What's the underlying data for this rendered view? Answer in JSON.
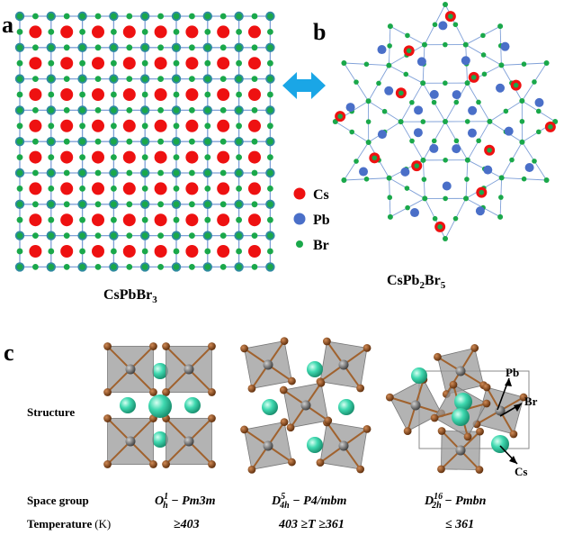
{
  "panels": {
    "a": {
      "letter": "a",
      "caption_main": "CsPbBr",
      "caption_sub": "3",
      "grid": {
        "pb_rows": 9,
        "pb_cols": 9
      }
    },
    "b": {
      "letter": "b",
      "caption_main": "CsPb",
      "caption_sub1": "2",
      "caption_mid": "Br",
      "caption_sub2": "5"
    },
    "c": {
      "letter": "c"
    }
  },
  "legend": [
    {
      "label": "Cs",
      "color": "#ee1111"
    },
    {
      "label": "Pb",
      "color": "#4a6fc8"
    },
    {
      "label": "Br",
      "color": "#1aa84a"
    }
  ],
  "colors": {
    "grid_line": "#7fa0d8",
    "teal_ring": "#2f8aa0",
    "arrow": "#1aa6e6",
    "octahedron_fill": "#9a9a9a",
    "br_atom": "#7a3a10",
    "cs_atom": "#3fd9b0",
    "pb_atom": "#666666"
  },
  "table": {
    "row_structure": "Structure",
    "row_space_group": "Space group",
    "row_temperature": "Temperature",
    "temp_unit": "(K)",
    "phases": [
      {
        "sg_sym": "O",
        "sg_sup": "1",
        "sg_sub": "h",
        "sg_name": " − Pm3m",
        "temperature": "≥403"
      },
      {
        "sg_sym": "D",
        "sg_sup": "5",
        "sg_sub": "4h",
        "sg_name": " − P4/mbm",
        "temperature": "403 ≥T ≥361"
      },
      {
        "sg_sym": "D",
        "sg_sup": "16",
        "sg_sub": "2h",
        "sg_name": " − Pmbn",
        "temperature": "≤ 361"
      }
    ]
  },
  "structure_labels": {
    "pb": "Pb",
    "br": "Br",
    "cs": "Cs"
  }
}
